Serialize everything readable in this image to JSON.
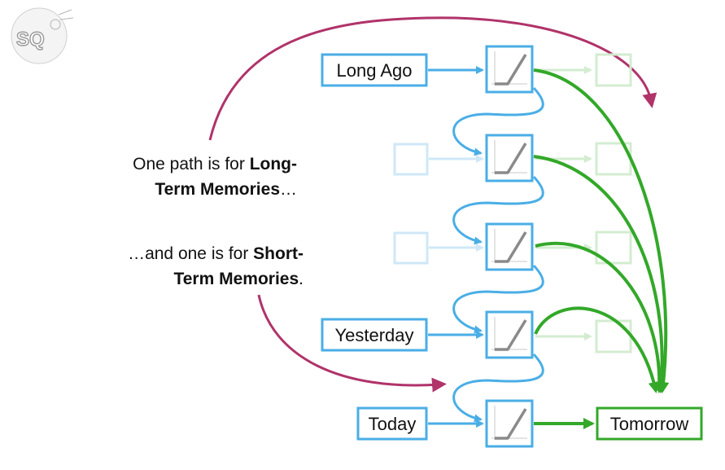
{
  "logo": {
    "text": "SQ"
  },
  "captions": {
    "long_pre": "One path is for ",
    "long_bold_1": "Long-",
    "long_bold_2": "Term Memories",
    "long_post": "…",
    "short_pre": "…and one is for ",
    "short_bold_1": "Short-",
    "short_bold_2": "Term Memories",
    "short_post": "."
  },
  "nodes": {
    "long_ago": "Long Ago",
    "yesterday": "Yesterday",
    "today": "Today",
    "tomorrow": "Tomorrow"
  },
  "colors": {
    "input_blue": "#4aaee6",
    "faded_blue": "#cfe8f6",
    "output_green": "#33a829",
    "faded_green": "#d3ecd0",
    "arrow_magenta": "#b0336a",
    "relu_gray": "#8a8a8a"
  },
  "icons": [
    "relu-activation-icon",
    "sq-logo-icon"
  ]
}
